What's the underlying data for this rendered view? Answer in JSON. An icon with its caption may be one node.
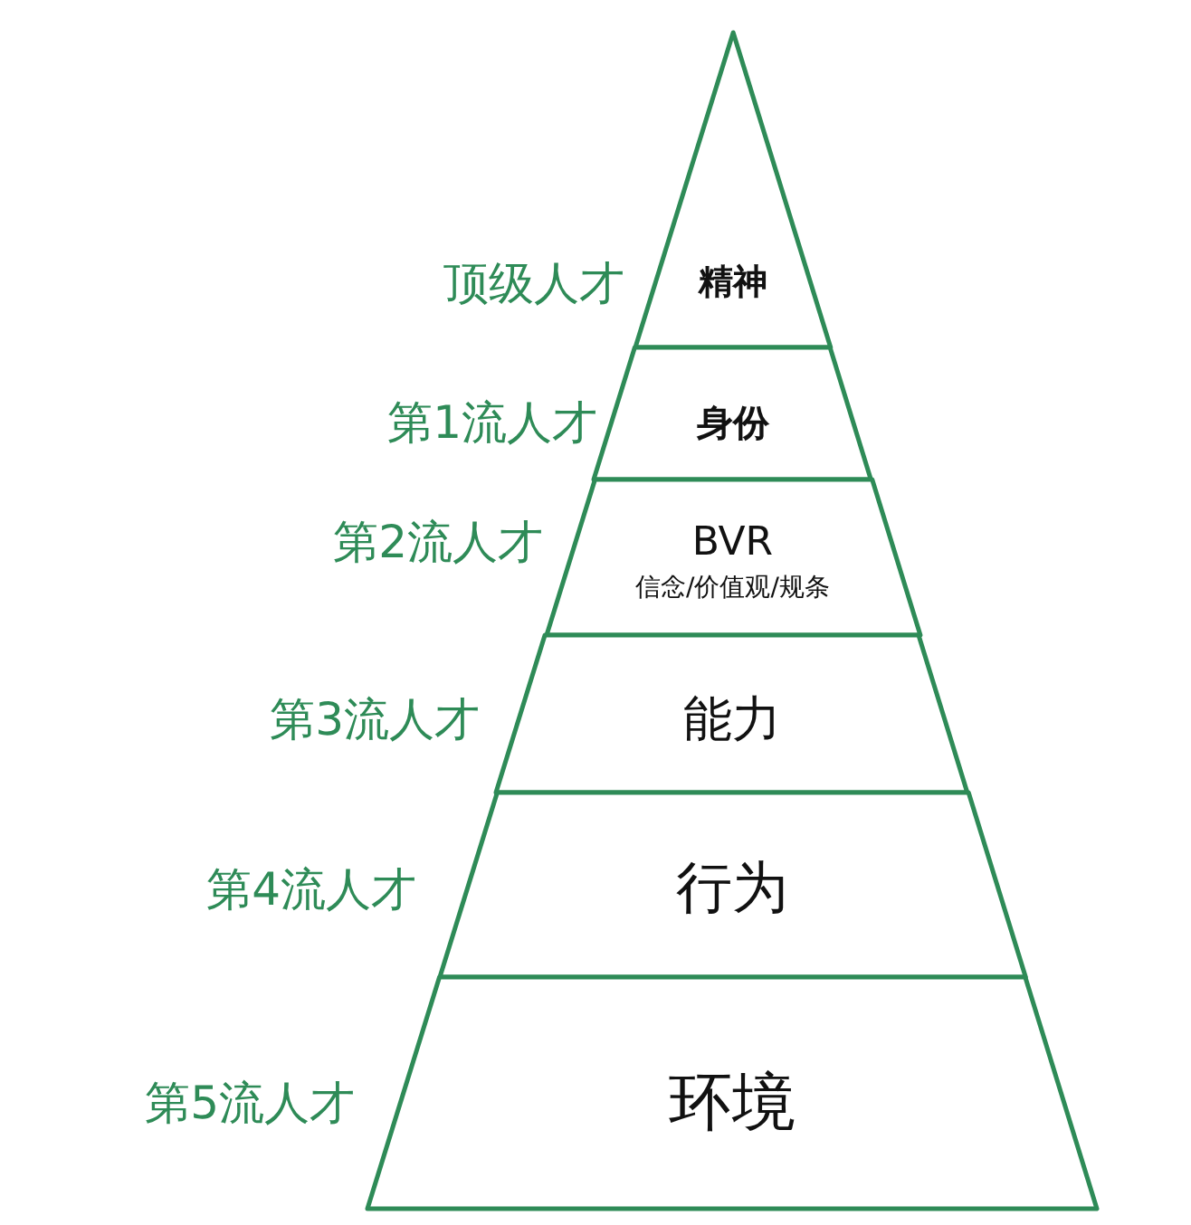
{
  "diagram": {
    "nodes": [
      {
        "text": [
          "精神"
        ],
        "beside": [
          "顶级人才"
        ]
      },
      {
        "text": [
          "身份"
        ],
        "beside": [
          "第1流人才"
        ]
      },
      {
        "text": [
          "BVR",
          "信念/价值观/规条"
        ],
        "beside": [
          "第2流人才"
        ]
      },
      {
        "text": [
          "能力"
        ],
        "beside": [
          "第3流人才"
        ]
      },
      {
        "text": [
          "行为"
        ],
        "beside": [
          "第4流人才"
        ]
      },
      {
        "text": [
          "环境"
        ],
        "beside": [
          "第5流人才"
        ]
      }
    ]
  }
}
